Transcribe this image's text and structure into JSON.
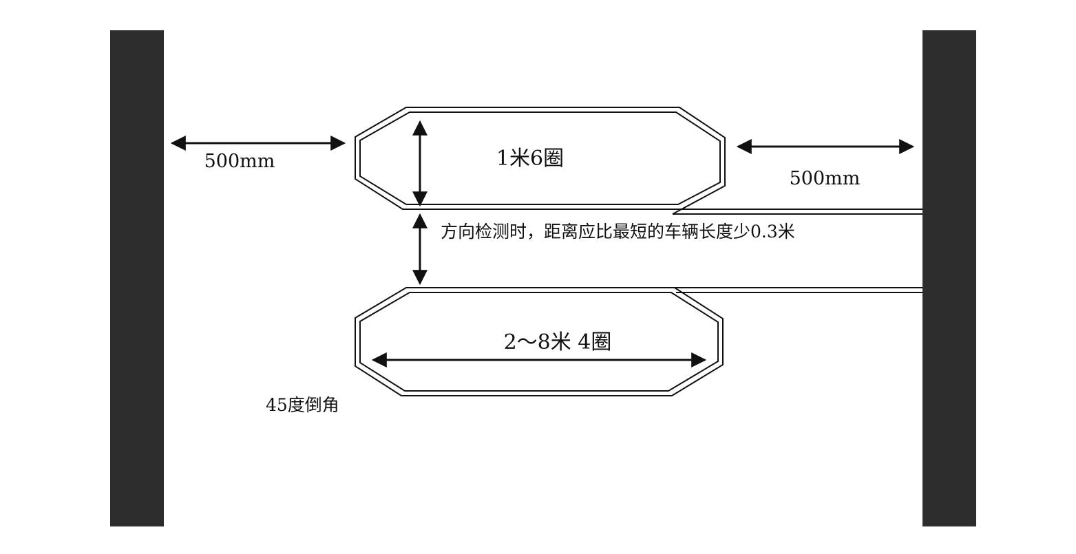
{
  "labels": {
    "left_gap": "500mm",
    "right_gap": "500mm",
    "top_loop": "1米6圈",
    "bottom_loop": "2～8米 4圈",
    "direction_note": "方向检测时，距离应比最短的车辆长度少0.3米",
    "chamfer_note": "45度倒角"
  },
  "colors": {
    "pillar": "#2d2d2d",
    "stroke": "#111111",
    "background": "#ffffff"
  }
}
